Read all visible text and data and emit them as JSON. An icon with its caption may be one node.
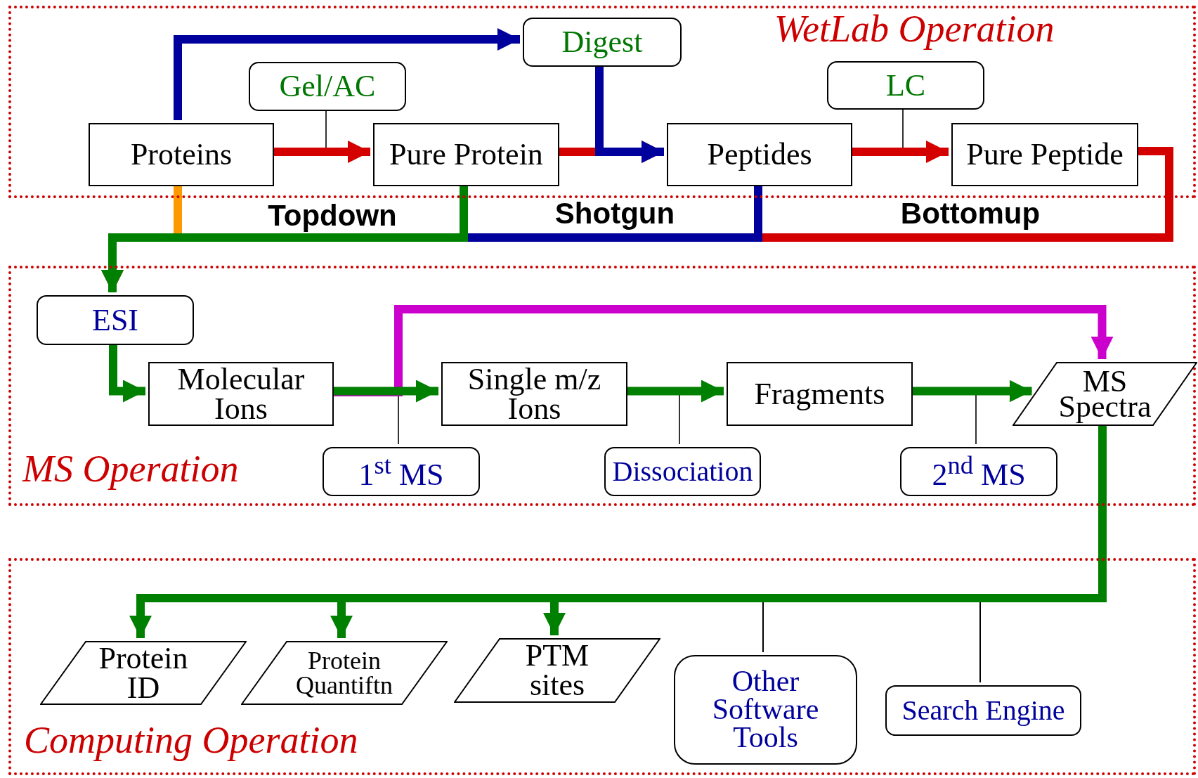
{
  "diagram": {
    "nodes": [
      {
        "text": [
          "WetLab Operation"
        ]
      },
      {
        "text": [
          "Proteins"
        ],
        "in": 0
      },
      {
        "text": [
          "Gel/AC"
        ],
        "in": 0
      },
      {
        "text": [
          "Pure Protein"
        ],
        "in": 0
      },
      {
        "text": [
          "Digest"
        ],
        "in": 0
      },
      {
        "text": [
          "Peptides"
        ],
        "in": 0
      },
      {
        "text": [
          "LC"
        ],
        "in": 0
      },
      {
        "text": [
          "Pure Peptide"
        ],
        "in": 0
      },
      {
        "text": [
          "MS Operation"
        ]
      },
      {
        "text": [
          "ESI"
        ],
        "in": 8
      },
      {
        "text": [
          "Molecular Ions"
        ],
        "in": 8
      },
      {
        "text": [
          "Single m/z Ions"
        ],
        "in": 8
      },
      {
        "text": [
          "Fragments"
        ],
        "in": 8
      },
      {
        "text": [
          "MS Spectra"
        ],
        "in": 8
      },
      {
        "text": [
          "1$^{st}$ MS"
        ],
        "in": 8
      },
      {
        "text": [
          "Dissociation"
        ],
        "in": 8
      },
      {
        "text": [
          "2$^{nd}$ MS"
        ],
        "in": 8
      },
      {
        "text": [
          "Computing Operation"
        ]
      },
      {
        "text": [
          "Protein ID"
        ],
        "in": 17
      },
      {
        "text": [
          "Protein Quantiftn"
        ],
        "in": 17
      },
      {
        "text": [
          "PTM sites"
        ],
        "in": 17
      },
      {
        "text": [
          "Other Software Tools"
        ],
        "in": 17
      },
      {
        "text": [
          "Search Engine"
        ],
        "in": 17
      }
    ],
    "edges": [
      {
        "from": 1,
        "to": 4,
        "arrow": "to",
        "color": "#00009c"
      },
      {
        "from": 1,
        "to": 3,
        "arrow": "to",
        "color": "#d40000"
      },
      {
        "from": 2,
        "to": 3,
        "arrow": "to"
      },
      {
        "from": 3,
        "to": 5,
        "arrow": "to",
        "color": "#d40000"
      },
      {
        "from": 4,
        "to": 5,
        "arrow": "to",
        "color": "#00009c"
      },
      {
        "from": 5,
        "to": 7,
        "arrow": "to",
        "color": "#d40000"
      },
      {
        "from": 6,
        "to": 7,
        "arrow": "to"
      },
      {
        "from": 3,
        "to": 9,
        "arrow": "to",
        "label": "Topdown",
        "color": "#008000"
      },
      {
        "from": 1,
        "to": 9,
        "arrow": "to",
        "color": "#ff9900"
      },
      {
        "from": 5,
        "to": 9,
        "arrow": "to",
        "label": "Shotgun",
        "color": "#00009c"
      },
      {
        "from": 7,
        "to": 9,
        "arrow": "to",
        "label": "Bottomup",
        "color": "#d40000"
      },
      {
        "from": 9,
        "to": 10,
        "arrow": "to",
        "color": "#008000"
      },
      {
        "from": 10,
        "to": 11,
        "arrow": "to",
        "color": "#008000"
      },
      {
        "from": 14,
        "to": 11,
        "arrow": "to"
      },
      {
        "from": 10,
        "to": 13,
        "arrow": "to",
        "color": "#cc00cc"
      },
      {
        "from": 11,
        "to": 12,
        "arrow": "to",
        "color": "#008000"
      },
      {
        "from": 15,
        "to": 12,
        "arrow": "to"
      },
      {
        "from": 12,
        "to": 13,
        "arrow": "to",
        "color": "#008000"
      },
      {
        "from": 16,
        "to": 13,
        "arrow": "to"
      },
      {
        "from": 13,
        "to": 18,
        "arrow": "to",
        "color": "#008000"
      },
      {
        "from": 13,
        "to": 19,
        "arrow": "to",
        "color": "#008000"
      },
      {
        "from": 13,
        "to": 20,
        "arrow": "to",
        "color": "#008000"
      },
      {
        "from": 21,
        "to": 18,
        "arrow": "to"
      },
      {
        "from": 21,
        "to": 19,
        "arrow": "to"
      },
      {
        "from": 21,
        "to": 20,
        "arrow": "to"
      },
      {
        "from": 22,
        "to": 18,
        "arrow": "to"
      },
      {
        "from": 22,
        "to": 19,
        "arrow": "to"
      },
      {
        "from": 22,
        "to": 20,
        "arrow": "to"
      }
    ]
  }
}
